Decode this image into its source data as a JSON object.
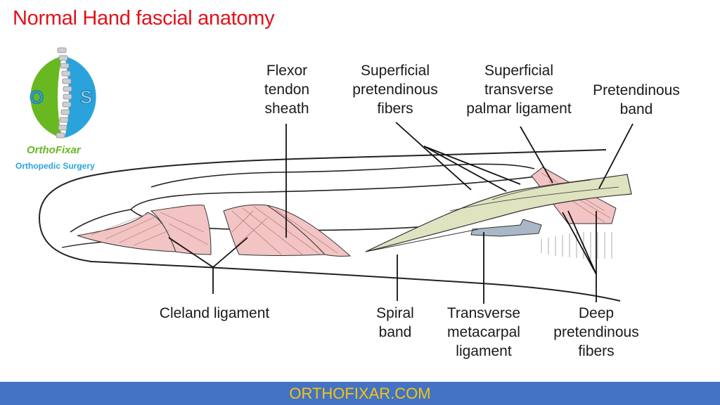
{
  "title": "Normal Hand fascial anatomy",
  "logo": {
    "name": "OrthoFixar",
    "subtitle": "Orthopedic Surgery",
    "left_letter": "O",
    "right_letter": "S"
  },
  "labels": {
    "flexor_tendon_sheath": "Flexor\ntendon\nsheath",
    "superficial_pretendinous_fibers": "Superficial\npretendinous\nfibers",
    "superficial_transverse_palmar_ligament": "Superficial\ntransverse\npalmar ligament",
    "pretendinous_band": "Pretendinous\nband",
    "cleland_ligament": "Cleland ligament",
    "spiral_band": "Spiral\nband",
    "transverse_metacarpal_ligament": "Transverse\nmetacarpal\nligament",
    "deep_pretendinous_fibers": "Deep\npretendinous\nfibers"
  },
  "footer": {
    "text": "ORTHOFIXAR.COM"
  },
  "colors": {
    "title": "#e0121b",
    "footer_bg": "#4472c4",
    "footer_text": "#f2c70c",
    "ligament_pink": "#f2c4c4",
    "band_green": "#dfe3bf",
    "metacarpal_blue": "#a9b7c6",
    "logo_green": "#68b821",
    "logo_blue": "#2aa3dd"
  }
}
